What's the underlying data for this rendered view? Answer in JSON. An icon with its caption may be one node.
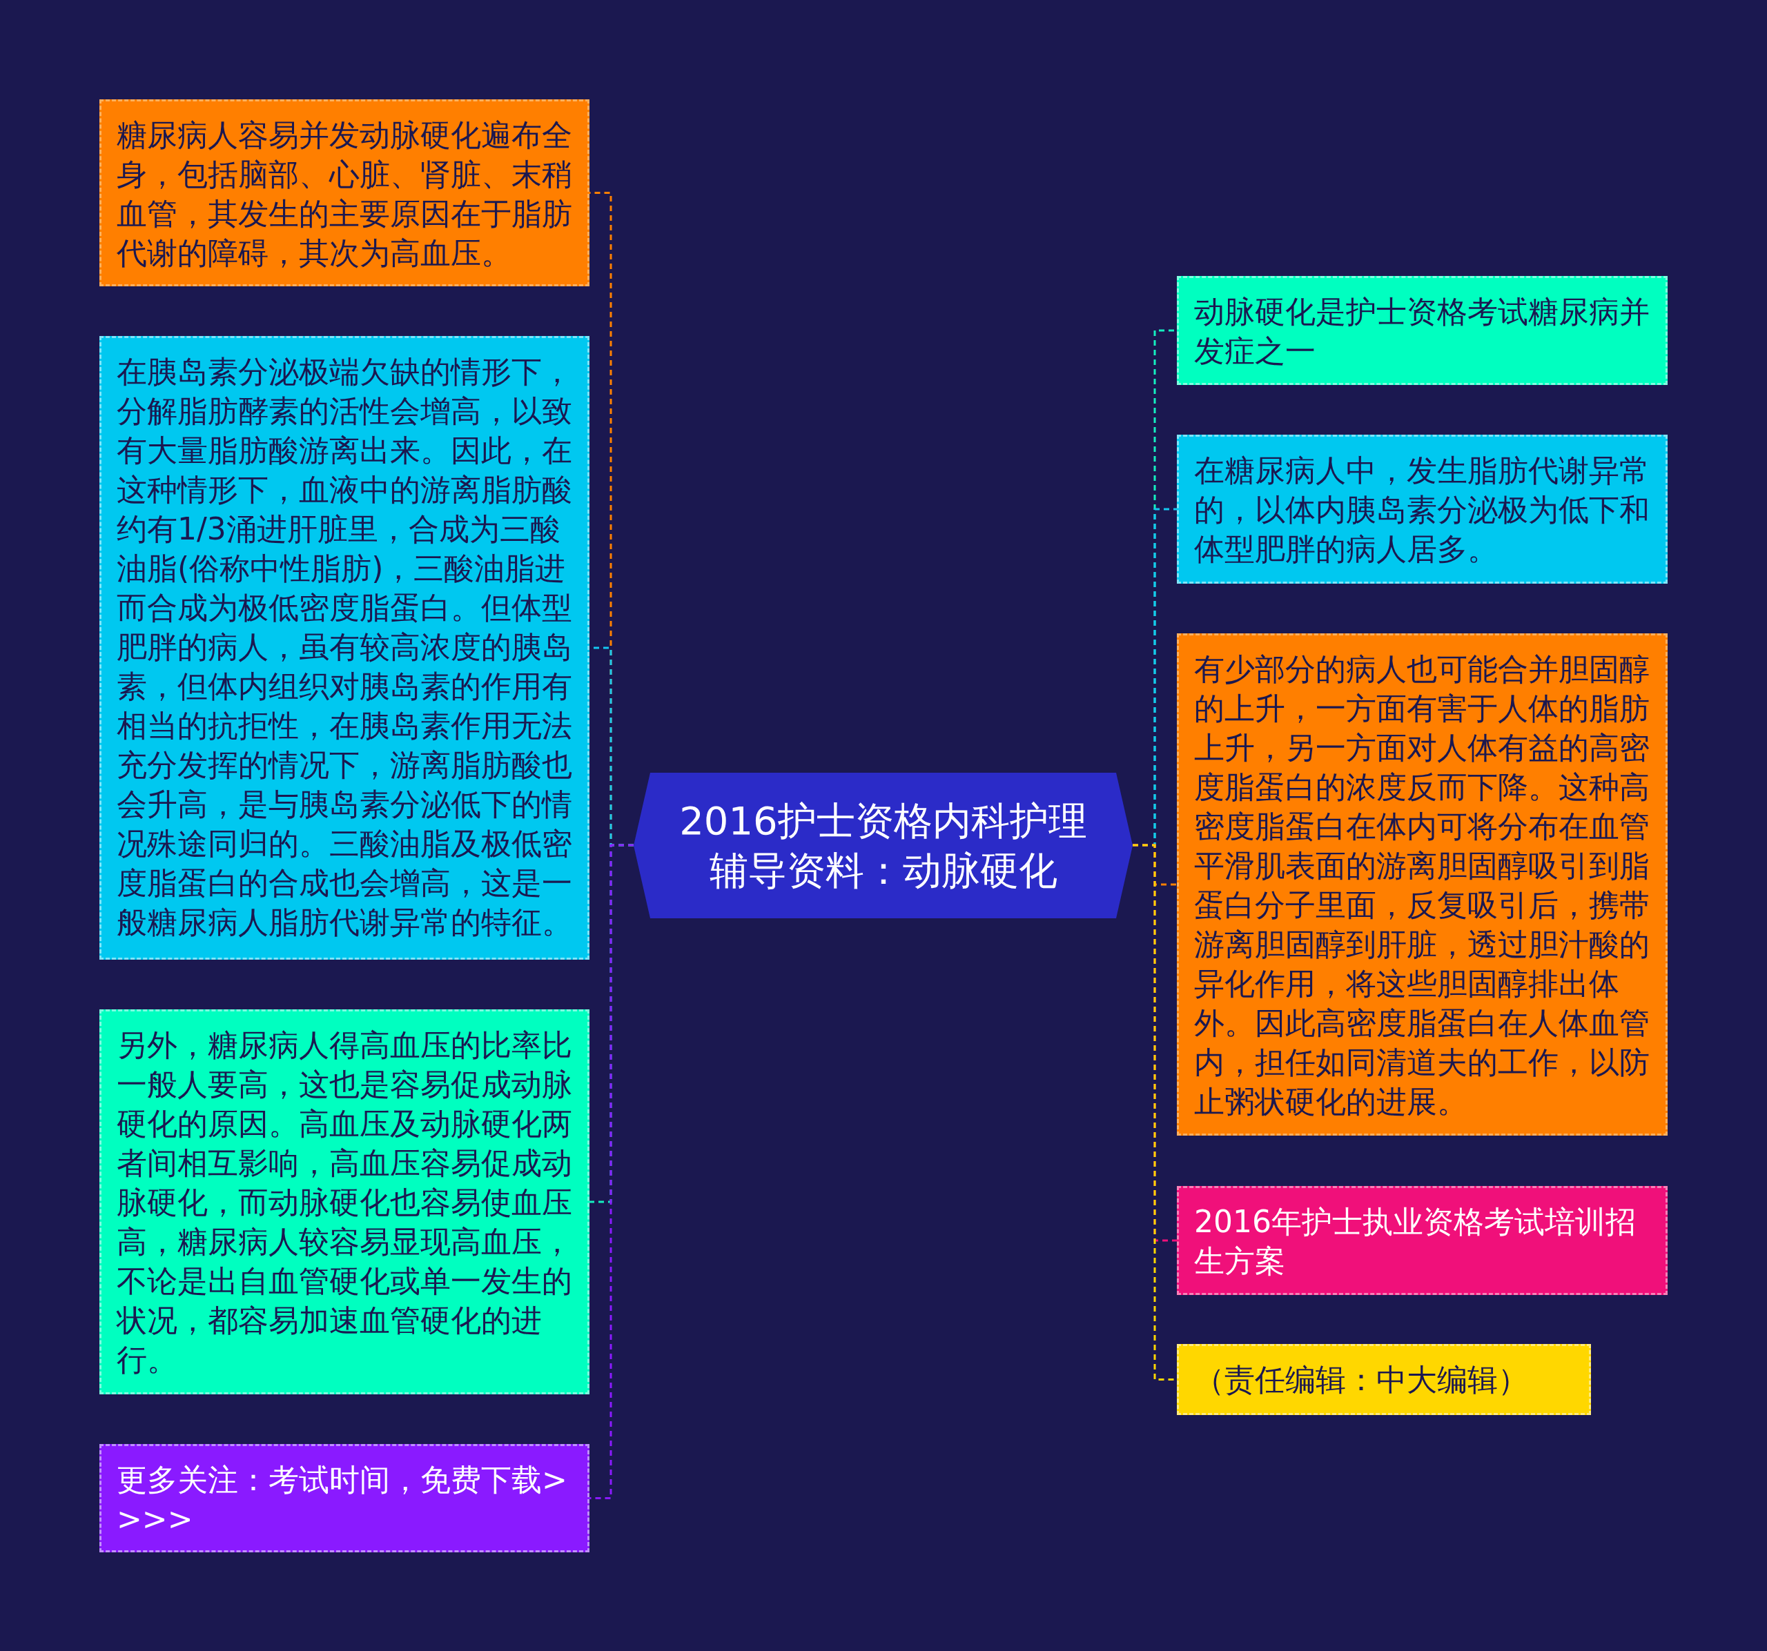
{
  "diagram": {
    "nodes": [
      {
        "text": [
          "2016护士资格内科护理辅导资料：动脉硬化"
        ]
      },
      {
        "text": [
          "糖尿病人容易并发动脉硬化遍布全身，包括脑部、心脏、肾脏、末稍血管，其发生的主要原因在于脂肪代谢的障碍，其次为高血压。"
        ]
      },
      {
        "text": [
          "在胰岛素分泌极端欠缺的情形下，分解脂肪酵素的活性会增高，以致有大量脂肪酸游离出来。因此，在这种情形下，血液中的游离脂肪酸约有1/3涌进肝脏里，合成为三酸油脂(俗称中性脂肪)，三酸油脂进而合成为极低密度脂蛋白。但体型肥胖的病人，虽有较高浓度的胰岛素，但体内组织对胰岛素的作用有相当的抗拒性，在胰岛素作用无法充分发挥的情况下，游离脂肪酸也会升高，是与胰岛素分泌低下的情况殊途同归的。三酸油脂及极低密度脂蛋白的合成也会增高，这是一般糖尿病人脂肪代谢异常的特征。"
        ]
      },
      {
        "text": [
          "另外，糖尿病人得高血压的比率比一般人要高，这也是容易促成动脉硬化的原因。高血压及动脉硬化两者间相互影响，高血压容易促成动脉硬化，而动脉硬化也容易使血压高，糖尿病人较容易显现高血压，不论是出自血管硬化或单一发生的状况，都容易加速血管硬化的进行。"
        ]
      },
      {
        "text": [
          "更多关注：考试时间，免费下载>>>>"
        ]
      },
      {
        "text": [
          "动脉硬化是护士资格考试糖尿病并发症之一"
        ]
      },
      {
        "text": [
          "在糖尿病人中，发生脂肪代谢异常的，以体内胰岛素分泌极为低下和体型肥胖的病人居多。"
        ]
      },
      {
        "text": [
          "有少部分的病人也可能合并胆固醇的上升，一方面有害于人体的脂肪上升，另一方面对人体有益的高密度脂蛋白的浓度反而下降。这种高密度脂蛋白在体内可将分布在血管平滑肌表面的游离胆固醇吸引到脂蛋白分子里面，反复吸引后，携带游离胆固醇到肝脏，透过胆汁酸的异化作用，将这些胆固醇排出体外。因此高密度脂蛋白在人体血管内，担任如同清道夫的工作，以防止粥状硬化的进展。"
        ]
      },
      {
        "text": [
          "2016年护士执业资格考试培训招生方案"
        ]
      },
      {
        "text": [
          "（责任编辑：中大编辑）"
        ]
      }
    ],
    "edges": [
      {
        "from": 0,
        "to": 1,
        "arrow": "none",
        "style": "dashed",
        "color": "#ff8000"
      },
      {
        "from": 0,
        "to": 2,
        "arrow": "none",
        "style": "dashed",
        "color": "#14c8f0"
      },
      {
        "from": 0,
        "to": 3,
        "arrow": "none",
        "style": "dashed",
        "color": "#14f0c0"
      },
      {
        "from": 0,
        "to": 4,
        "arrow": "none",
        "style": "dashed",
        "color": "#8a1aff"
      },
      {
        "from": 0,
        "to": 5,
        "arrow": "none",
        "style": "dashed",
        "color": "#14f0c0"
      },
      {
        "from": 0,
        "to": 6,
        "arrow": "none",
        "style": "dashed",
        "color": "#14c8f0"
      },
      {
        "from": 0,
        "to": 7,
        "arrow": "none",
        "style": "dashed",
        "color": "#ff8000"
      },
      {
        "from": 0,
        "to": 8,
        "arrow": "none",
        "style": "dashed",
        "color": "#f0107a"
      },
      {
        "from": 0,
        "to": 9,
        "arrow": "none",
        "style": "dashed",
        "color": "#ffd700"
      }
    ]
  }
}
